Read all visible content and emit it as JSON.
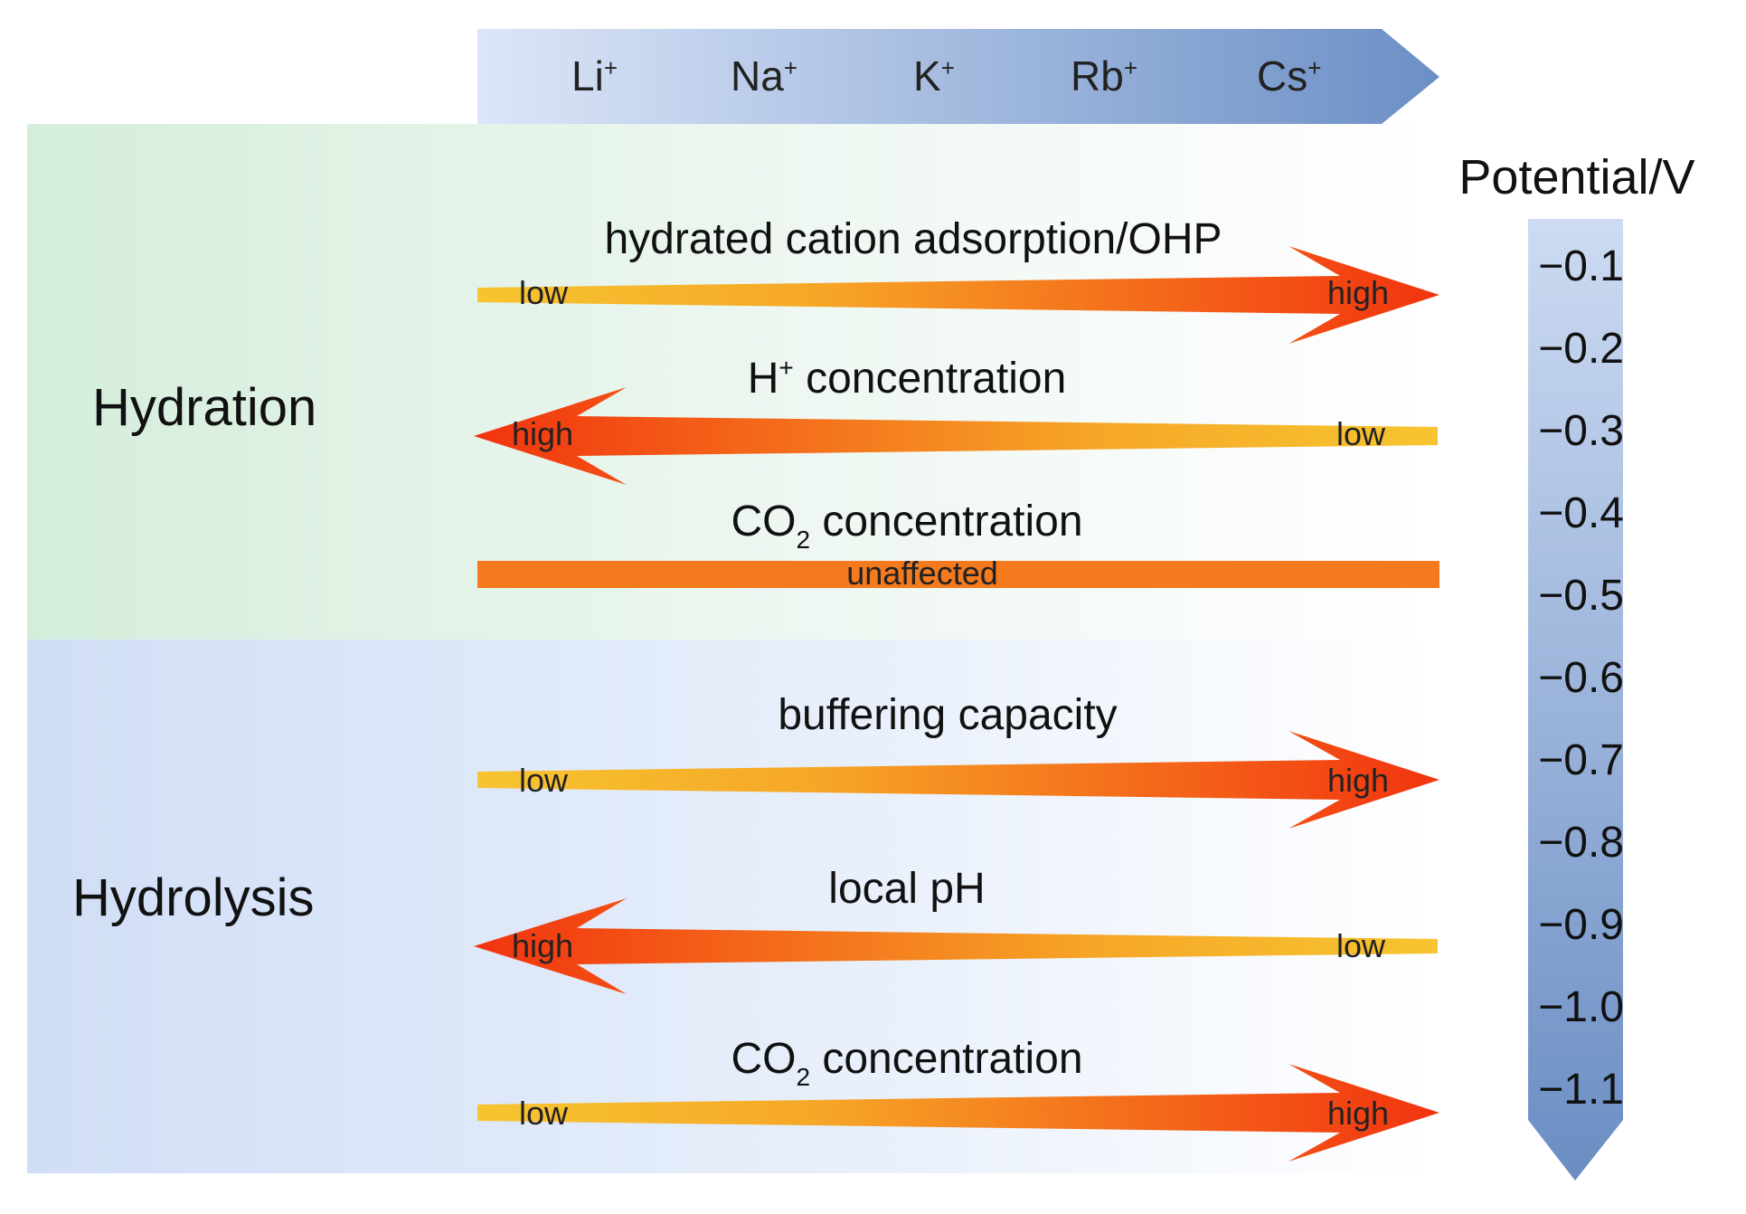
{
  "cation_series": [
    {
      "symbol": "Li",
      "charge": "+"
    },
    {
      "symbol": "Na",
      "charge": "+"
    },
    {
      "symbol": "K",
      "charge": "+"
    },
    {
      "symbol": "Rb",
      "charge": "+"
    },
    {
      "symbol": "Cs",
      "charge": "+"
    }
  ],
  "potential_scale": {
    "title": "Potential/V",
    "ticks": [
      "−0.1",
      "−0.2",
      "−0.3",
      "−0.4",
      "−0.5",
      "−0.6",
      "−0.7",
      "−0.8",
      "−0.9",
      "−1.0",
      "−1.1"
    ]
  },
  "sections": {
    "hydration": {
      "title": "Hydration",
      "color": "#d5eedc",
      "rows": [
        {
          "label": "hydrated cation adsorption/OHP",
          "direction": "right",
          "left_text": "low",
          "right_text": "high"
        },
        {
          "label_main": "H",
          "label_sup": "+",
          "label_rest": " concentration",
          "direction": "left",
          "left_text": "high",
          "right_text": "low"
        },
        {
          "label_main": "CO",
          "label_sub": "2",
          "label_rest": " concentration",
          "direction": "none",
          "center_text": "unaffected"
        }
      ]
    },
    "hydrolysis": {
      "title": "Hydrolysis",
      "color": "#d2e0f7",
      "rows": [
        {
          "label": "buffering capacity",
          "direction": "right",
          "left_text": "low",
          "right_text": "high"
        },
        {
          "label": "local pH",
          "direction": "left",
          "left_text": "high",
          "right_text": "low"
        },
        {
          "label_main": "CO",
          "label_sub": "2",
          "label_rest": " concentration",
          "direction": "right",
          "left_text": "low",
          "right_text": "high"
        }
      ]
    }
  },
  "colors": {
    "arrow_low": "#f7c531",
    "arrow_high": "#f2330f",
    "unaffected": "#f57a1e",
    "header_light": "#dfe8f8",
    "header_dark": "#6b8fc6",
    "scale_light": "#c9d8f1",
    "scale_dark": "#6a8dc3"
  }
}
